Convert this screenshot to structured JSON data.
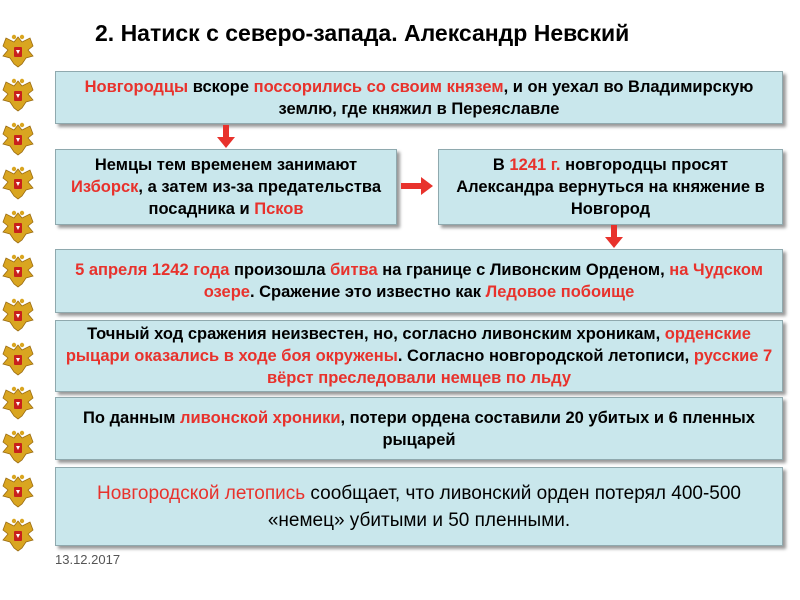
{
  "slide": {
    "title": "2. Натиск с северо-запада. Александр Невский",
    "date": "13.12.2017"
  },
  "colors": {
    "highlight": "#e8322c",
    "box_fill": "#c9e7ec",
    "arrow": "#e8322c"
  },
  "icons": {
    "side_column": "russian-double-headed-eagle-emblem"
  },
  "boxes": {
    "b1": {
      "p1": "Новгородцы",
      "p2": " вскоре ",
      "p3": "поссорились со своим князем",
      "p4": ", и он уехал во Владимирскую землю, где княжил в Переяславле"
    },
    "b2": {
      "p1": "Немцы тем временем занимают",
      "p2": "Изборск",
      "p3": ", а затем из-за предательства посадника и ",
      "p4": "Псков"
    },
    "b3": {
      "p1": "В ",
      "p2": "1241 г.",
      "p3": " новгородцы просят Александра вернуться на княжение в Новгород"
    },
    "b4": {
      "p1": "5 апреля 1242 года",
      "p2": " произошла ",
      "p3": "битва",
      "p4": " на границе с Ливонским Орденом, ",
      "p5": "на Чудском озере",
      "p6": ". Сражение это известно как ",
      "p7": "Ледовое побоище"
    },
    "b5": {
      "p1": "Точный ход сражения неизвестен, но, согласно ливонским хроникам, ",
      "p2": "орденские рыцари оказались в ходе боя окружены",
      "p3": ". Согласно новгородской летописи, ",
      "p4": "русские 7 вёрст преследовали немцев по льду"
    },
    "b6": {
      "p1": "По данным ",
      "p2": "ливонской хроники",
      "p3": ", потери ордена составили 20 убитых и 6 пленных рыцарей"
    },
    "b7": {
      "p1": "Новгородской летопись",
      "p2": " сообщает, что ливонский орден потерял 400-500 «немец» убитыми и 50 пленными."
    }
  }
}
